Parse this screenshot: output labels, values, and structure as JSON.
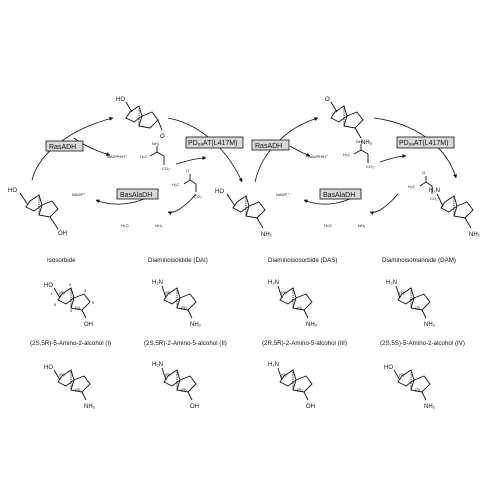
{
  "enzymes": {
    "rasadh": "RasADH",
    "pdeat": "PDₑₐAT(L417M)",
    "basaladh": "BasAlaDH"
  },
  "cofactors": {
    "nadph": "NADPH/H⁺",
    "nadp": "NADP⁺",
    "h2o": "H₂O",
    "nh3": "NH₃"
  },
  "groups": {
    "ho": "HO",
    "oh": "OH",
    "o": "O",
    "nh2": "NH₂",
    "h2n": "H₂N",
    "co2": "CO₂⁻",
    "h3c": "H₃C",
    "h": "H",
    "r": "(R)",
    "s": "(S)"
  },
  "names": {
    "isosorbide": "Isosorbide",
    "dai": "Diaminoisoidide (DAI)",
    "das": "Diaminoisosorbide (DAS)",
    "dam": "Diaminoisomannide (DAM)",
    "a1": "(2S,5R)-5-Amino-2-alcohol (I)",
    "a2": "(2S,5R)-2-Amino-5-alcohol (II)",
    "a3": "(2R,5R)-2-Amino-5-alcohol (III)",
    "a4": "(2S,5S)-5-Amino-2-alcohol (IV)"
  },
  "numbers": {
    "n1": "1",
    "n2": "2",
    "n3": "3",
    "n4": "4",
    "n5": "5",
    "n6": "6"
  }
}
